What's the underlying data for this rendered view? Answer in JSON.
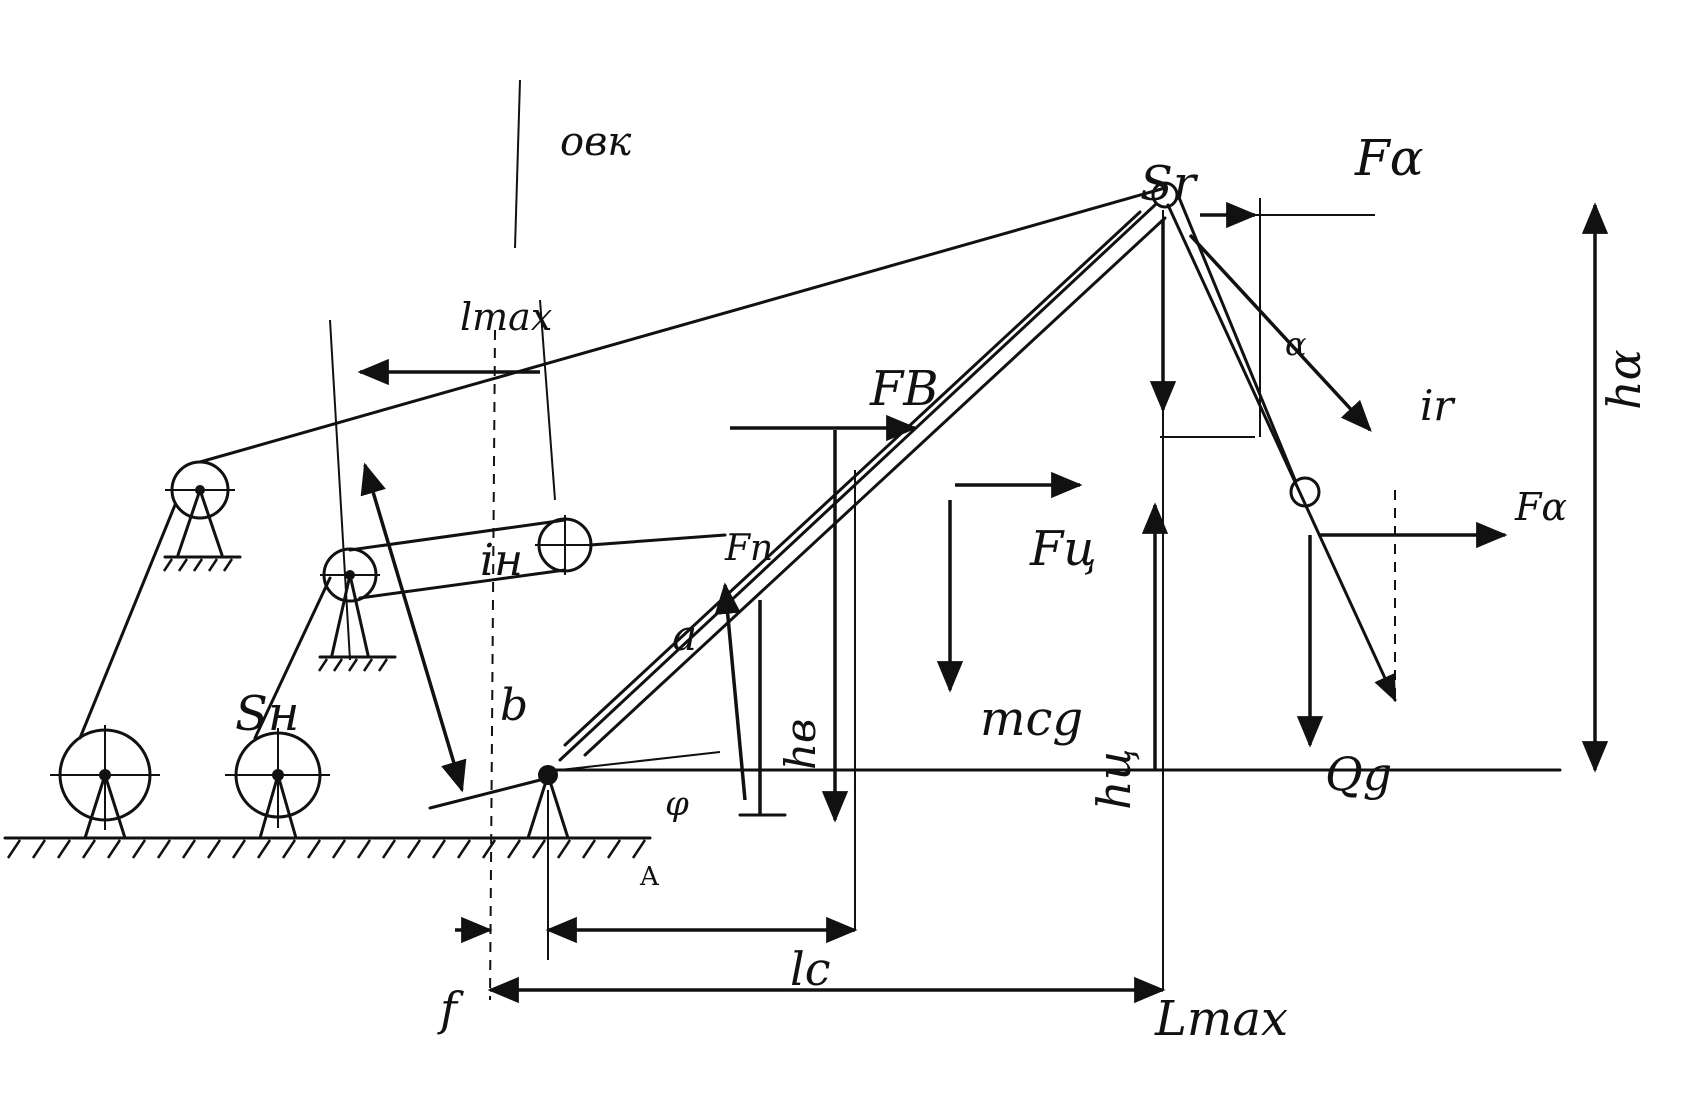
{
  "labels": {
    "obk": "овк",
    "l_max": "lmax",
    "S_r": "Sr",
    "F_alpha_top": "Fα",
    "F_B": "FB",
    "h_alpha": "hα",
    "i_r": "ir",
    "i_h": "iн",
    "F_n": "Fn",
    "F_c": "Fц",
    "F_alpha_right": "Fα",
    "S_h": "Sн",
    "a": "a",
    "b": "b",
    "h_B": "hв",
    "m_c_g": "mcg",
    "h_c": "hц",
    "Q_g": "Qg",
    "A": "A",
    "phi": "φ",
    "alpha": "α",
    "f": "f",
    "l_c": "lc",
    "L_max": "Lmax"
  },
  "colors": {
    "ink": "#111111",
    "paper": "#ffffff"
  },
  "icons": [
    "pulley-icon",
    "wheel-icon",
    "ground-hatch-icon",
    "pin-support-icon",
    "arrow-icon"
  ]
}
